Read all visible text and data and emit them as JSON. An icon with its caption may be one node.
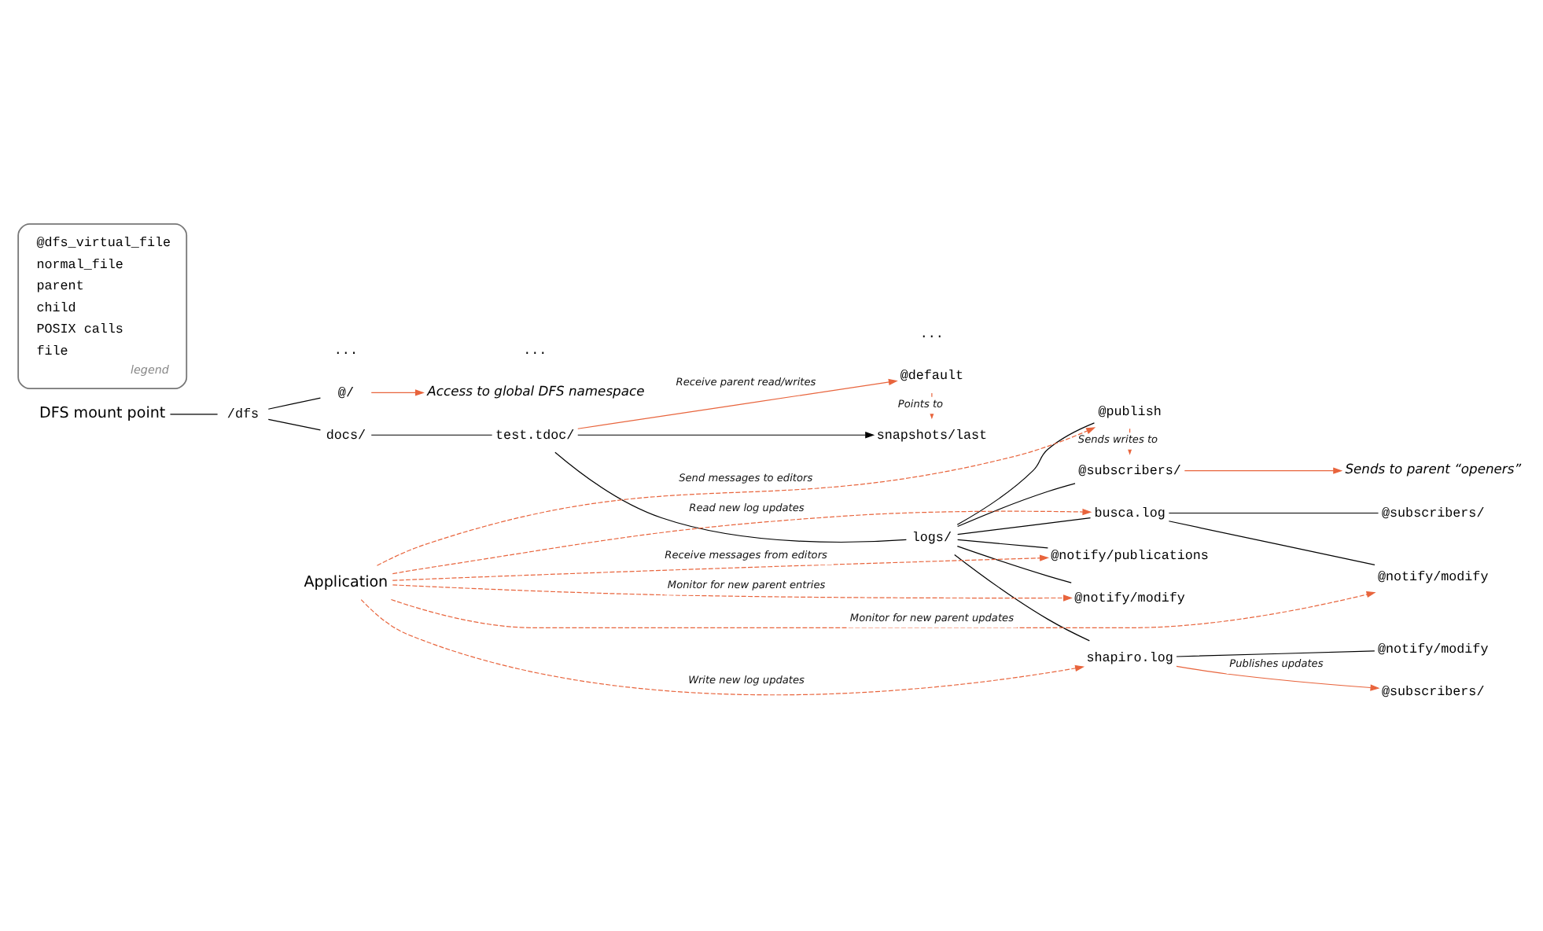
{
  "diagram": {
    "nodes": [
      {
        "text": [
          "DFS mount point"
        ]
      },
      {
        "text": [
          "/dfs"
        ]
      },
      {
        "text": [
          "@/"
        ]
      },
      {
        "text": [
          "..."
        ]
      },
      {
        "text": [
          "docs/"
        ]
      },
      {
        "text": [
          "..."
        ]
      },
      {
        "text": [
          "test.tdoc/"
        ]
      },
      {
        "text": [
          "..."
        ]
      },
      {
        "text": [
          "@default"
        ]
      },
      {
        "text": [
          "snapshots/last"
        ]
      },
      {
        "text": [
          "logs/"
        ]
      },
      {
        "text": [
          "@subscribers/"
        ]
      },
      {
        "text": [
          "@publish"
        ]
      },
      {
        "text": [
          "@notify/publications"
        ]
      },
      {
        "text": [
          "@notify/modify"
        ]
      },
      {
        "text": [
          "shapiro.log"
        ]
      },
      {
        "text": [
          "@subscribers/"
        ]
      },
      {
        "text": [
          "@notify/modify"
        ]
      },
      {
        "text": [
          "busca.log"
        ]
      },
      {
        "text": [
          "@subscribers/"
        ]
      },
      {
        "text": [
          "@notify/modify"
        ]
      },
      {
        "text": [
          "Access to global DFS namespace"
        ]
      },
      {
        "text": [
          "Sends to parent “openers”"
        ]
      },
      {
        "text": [
          "Application"
        ]
      }
    ],
    "edges": [
      {
        "from": 0,
        "to": 1,
        "arrow": "none"
      },
      {
        "from": 1,
        "to": 2,
        "arrow": "none"
      },
      {
        "from": 1,
        "to": 4,
        "arrow": "none"
      },
      {
        "from": 4,
        "to": 6,
        "arrow": "none"
      },
      {
        "from": 6,
        "to": 8,
        "arrow": "to",
        "label": "Receive parent read/writes",
        "color": "#e8643c"
      },
      {
        "from": 6,
        "to": 9,
        "arrow": "to"
      },
      {
        "from": 6,
        "to": 10,
        "arrow": "none"
      },
      {
        "from": 8,
        "to": 9,
        "arrow": "to",
        "label": "Points to",
        "color": "#e8643c"
      },
      {
        "from": 2,
        "to": 21,
        "arrow": "to",
        "color": "#e8643c"
      },
      {
        "from": 10,
        "to": 11,
        "arrow": "none"
      },
      {
        "from": 10,
        "to": 12,
        "arrow": "none"
      },
      {
        "from": 10,
        "to": 13,
        "arrow": "none"
      },
      {
        "from": 10,
        "to": 14,
        "arrow": "none"
      },
      {
        "from": 10,
        "to": 15,
        "arrow": "none"
      },
      {
        "from": 10,
        "to": 18,
        "arrow": "none"
      },
      {
        "from": 11,
        "to": 22,
        "arrow": "to",
        "color": "#e8643c"
      },
      {
        "from": 12,
        "to": 11,
        "arrow": "to",
        "label": "Sends writes to",
        "color": "#e8643c"
      },
      {
        "from": 15,
        "to": 16,
        "arrow": "to",
        "label": "Publishes updates",
        "color": "#e8643c"
      },
      {
        "from": 15,
        "to": 17,
        "arrow": "none"
      },
      {
        "from": 18,
        "to": 19,
        "arrow": "none"
      },
      {
        "from": 18,
        "to": 20,
        "arrow": "none"
      },
      {
        "from": 23,
        "to": 12,
        "arrow": "to",
        "label": "Send messages to editors",
        "style": "dashed",
        "color": "#e8643c"
      },
      {
        "from": 23,
        "to": 13,
        "arrow": "to",
        "label": "Receive messages from editors",
        "style": "dashed",
        "color": "#e8643c"
      },
      {
        "from": 23,
        "to": 14,
        "arrow": "to",
        "label": "Monitor for new parent entries",
        "style": "dashed",
        "color": "#e8643c"
      },
      {
        "from": 23,
        "to": 15,
        "arrow": "to",
        "label": "Write new log updates",
        "style": "dashed",
        "color": "#e8643c"
      },
      {
        "from": 23,
        "to": 18,
        "arrow": "to",
        "label": "Read new log updates",
        "style": "dashed",
        "color": "#e8643c"
      },
      {
        "from": 23,
        "to": 20,
        "arrow": "to",
        "label": "Monitor for new parent updates",
        "style": "dashed",
        "color": "#e8643c"
      }
    ],
    "labels": [
      "legend"
    ],
    "legend": [
      {
        "text": "@dfs_virtual_file"
      },
      {
        "text": "normal_file"
      },
      {
        "text": "parent"
      },
      {
        "text": "child"
      },
      {
        "text": "POSIX calls"
      },
      {
        "text": "file"
      }
    ]
  }
}
